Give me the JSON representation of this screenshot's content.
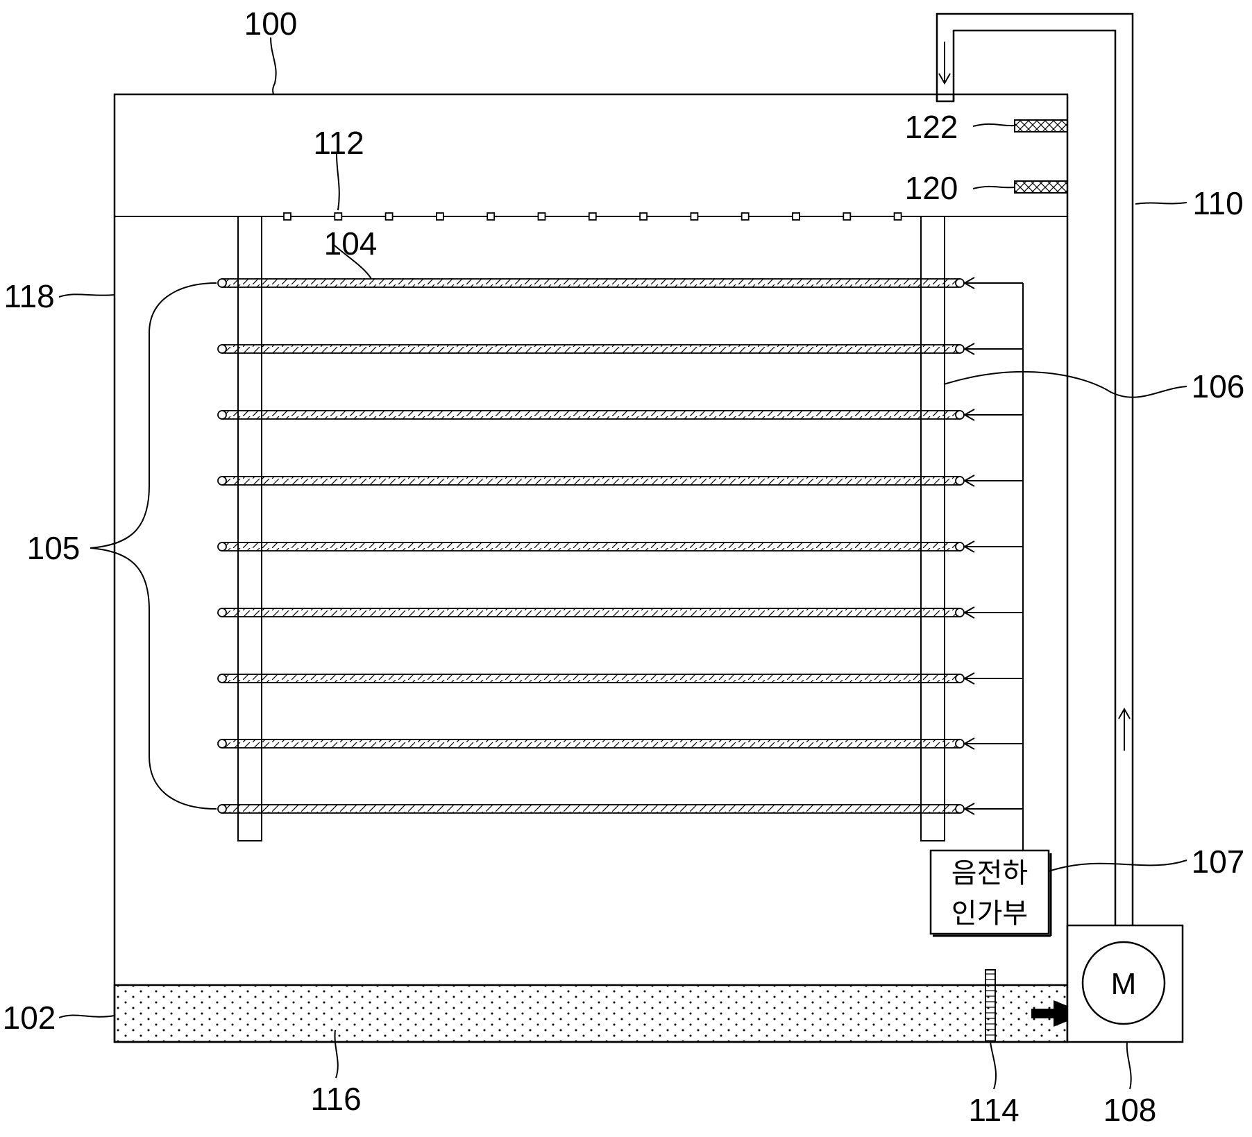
{
  "diagram": {
    "labels": {
      "housing": "100",
      "reservoir": "102",
      "electrode_rod": "104",
      "electrode_group": "105",
      "electrode_frame": "106",
      "charge_unit": "107",
      "pump": "108",
      "pipe": "110",
      "nozzle": "112",
      "filter": "114",
      "water": "116",
      "chamber": "118",
      "sensor_lower": "120",
      "sensor_upper": "122"
    },
    "charge_unit_text": [
      "음전하",
      "인가부"
    ],
    "motor_symbol": "M"
  }
}
